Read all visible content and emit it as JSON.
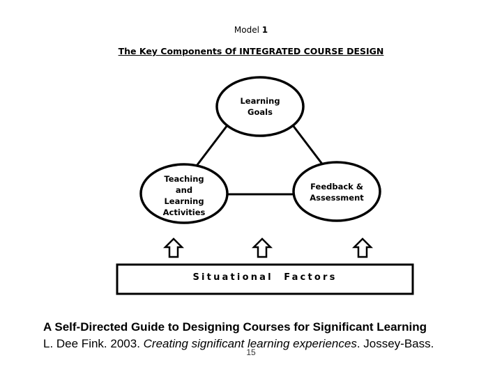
{
  "model": {
    "prefix": "Model ",
    "number": "1"
  },
  "title": "The Key Components Of INTEGRATED COURSE DESIGN",
  "nodes": {
    "learning_goals": "Learning\nGoals",
    "teaching": "Teaching\nand\nLearning\nActivities",
    "feedback": "Feedback &\nAssessment"
  },
  "situational_factors": "Situational  Factors",
  "footer": {
    "guide_title": "A Self-Directed Guide to Designing Courses for Significant Learning",
    "citation_prefix": "L. Dee Fink. 2003. ",
    "citation_italic": "Creating significant learning experiences",
    "citation_suffix": ". Jossey-Bass.",
    "page_number": "15"
  }
}
